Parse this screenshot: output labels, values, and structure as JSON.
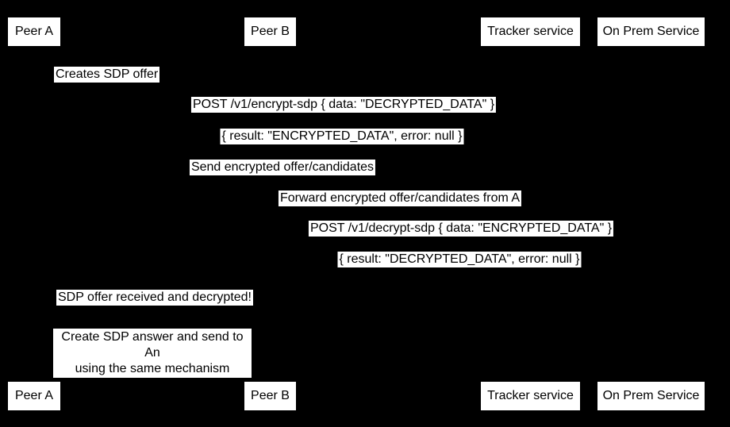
{
  "colors": {
    "background": "#000000",
    "label_fill": "#ffffff",
    "text": "#000000"
  },
  "actors": [
    "Peer A",
    "Peer B",
    "Tracker service",
    "On Prem Service"
  ],
  "messages": {
    "creates_offer": "Creates SDP offer",
    "post_encrypt": "POST /v1/encrypt-sdp { data: \"DECRYPTED_DATA\" }",
    "encrypt_result": "{ result: \"ENCRYPTED_DATA\", error: null }",
    "send_encrypted": "Send encrypted offer/candidates",
    "forward": "Forward encrypted offer/candidates from A",
    "post_decrypt": "POST /v1/decrypt-sdp { data: \"ENCRYPTED_DATA\" }",
    "decrypt_result": "{ result: \"DECRYPTED_DATA\", error: null }",
    "received": "SDP offer received and decrypted!",
    "note_line1": "Create SDP answer and send to An",
    "note_line2": "using the same mechanism"
  }
}
